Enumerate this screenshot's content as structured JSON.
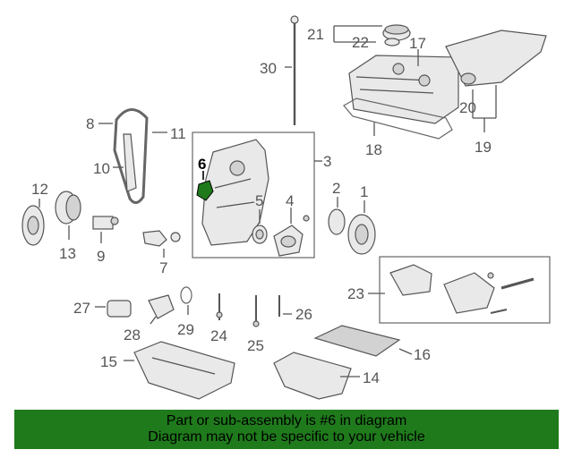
{
  "callouts": {
    "n1": "1",
    "n2": "2",
    "n3": "3",
    "n4": "4",
    "n5": "5",
    "n6": "6",
    "n7": "7",
    "n8": "8",
    "n9": "9",
    "n10": "10",
    "n11": "11",
    "n12": "12",
    "n13": "13",
    "n14": "14",
    "n15": "15",
    "n16": "16",
    "n17": "17",
    "n18": "18",
    "n19": "19",
    "n20": "20",
    "n21": "21",
    "n22": "22",
    "n23": "23",
    "n24": "24",
    "n25": "25",
    "n26": "26",
    "n27": "27",
    "n28": "28",
    "n29": "29",
    "n30": "30"
  },
  "highlight": {
    "part_number": "6",
    "color": "#1f7a1c"
  },
  "banner": {
    "line1": "Part or sub-assembly is #6 in diagram",
    "line2": "Diagram may not be specific to your vehicle",
    "background": "#1f7a1c"
  }
}
